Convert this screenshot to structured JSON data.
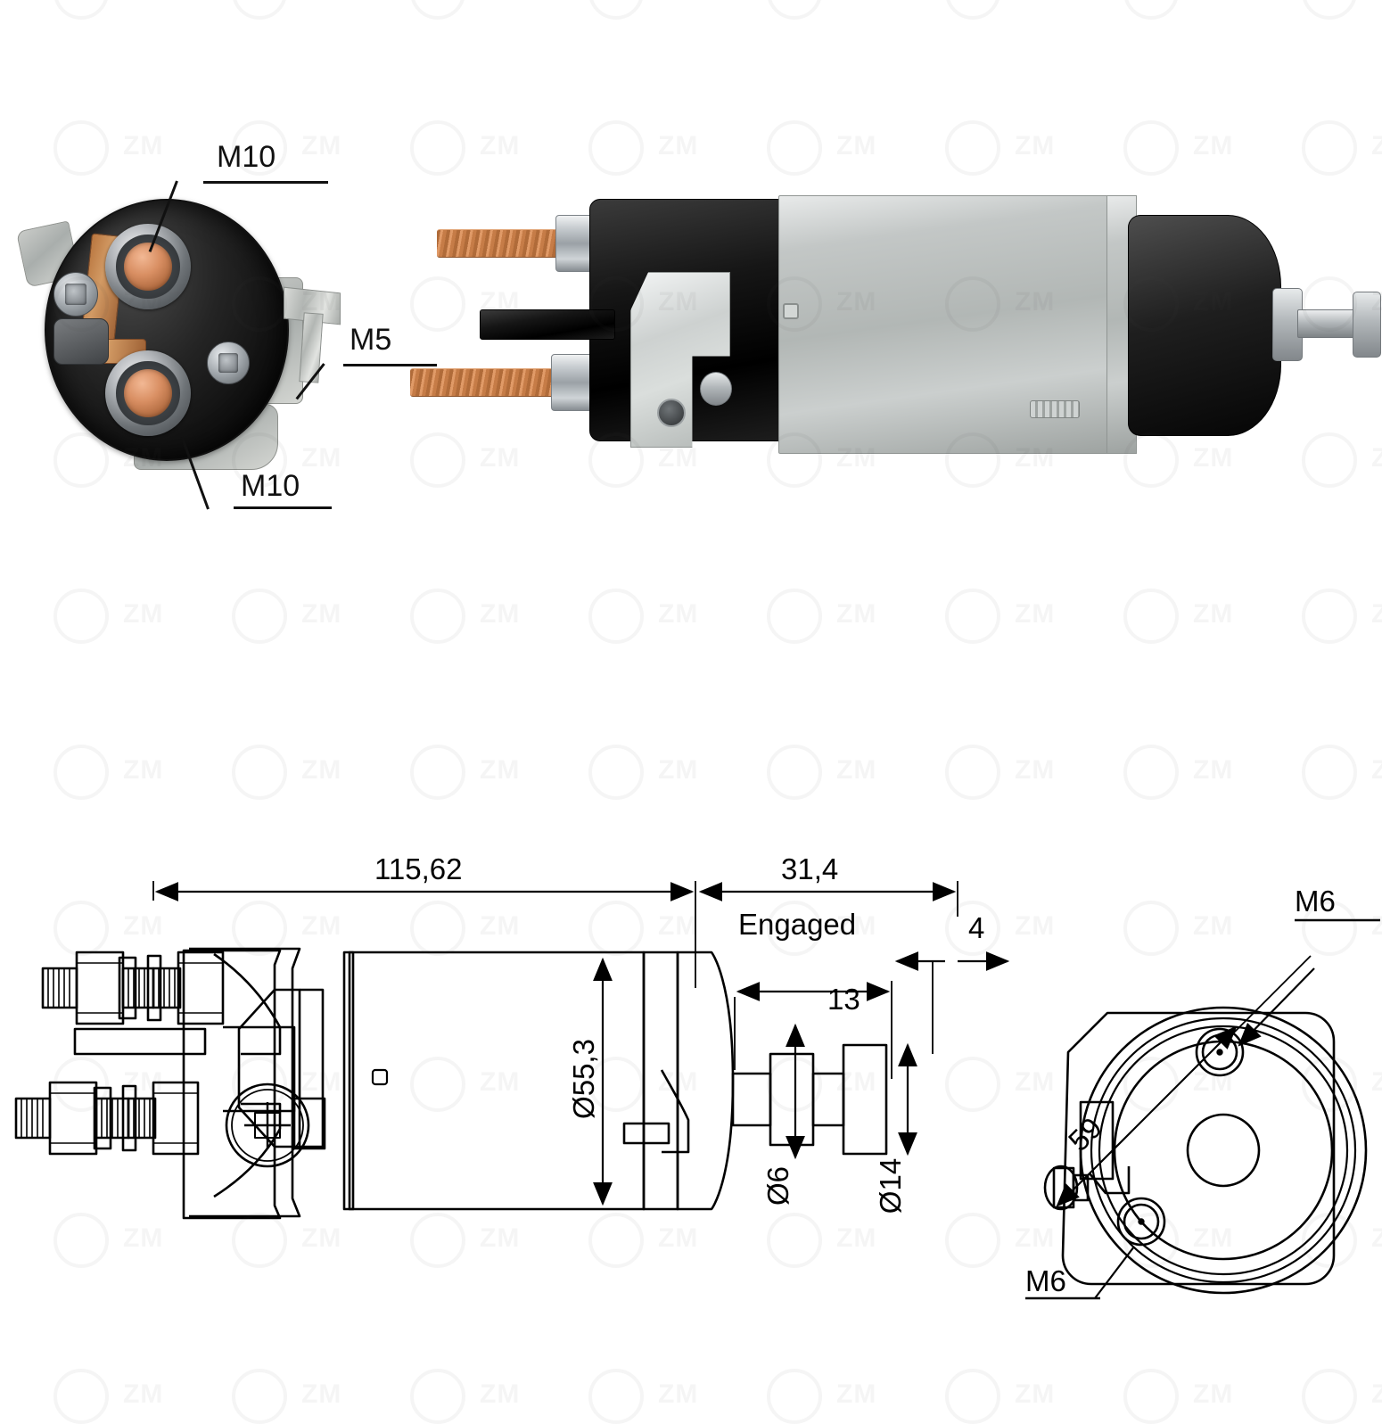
{
  "product": {
    "type": "starter-solenoid-switch",
    "brand_watermark": "ZM"
  },
  "photo_labels": {
    "terminal_top": "M10",
    "terminal_bottom": "M10",
    "blade_terminal": "M5"
  },
  "drawing": {
    "dimensions": {
      "overall_length": "115,62",
      "engaged_stroke": "31,4",
      "engaged_note": "Engaged",
      "body_diameter": "Ø55,3",
      "plunger_shaft_diameter": "Ø6",
      "plunger_head_diameter": "Ø14",
      "shaft_length": "13",
      "head_thickness": "4",
      "mount_hole_spacing": "59"
    },
    "thread_callouts": {
      "mount_hole_top": "M6",
      "mount_hole_bottom": "M6"
    }
  },
  "colors": {
    "line": "#000000",
    "copper": "#c67c47",
    "black_body": "#121212",
    "metal": "#bfc4c2",
    "watermark": "#555555"
  }
}
